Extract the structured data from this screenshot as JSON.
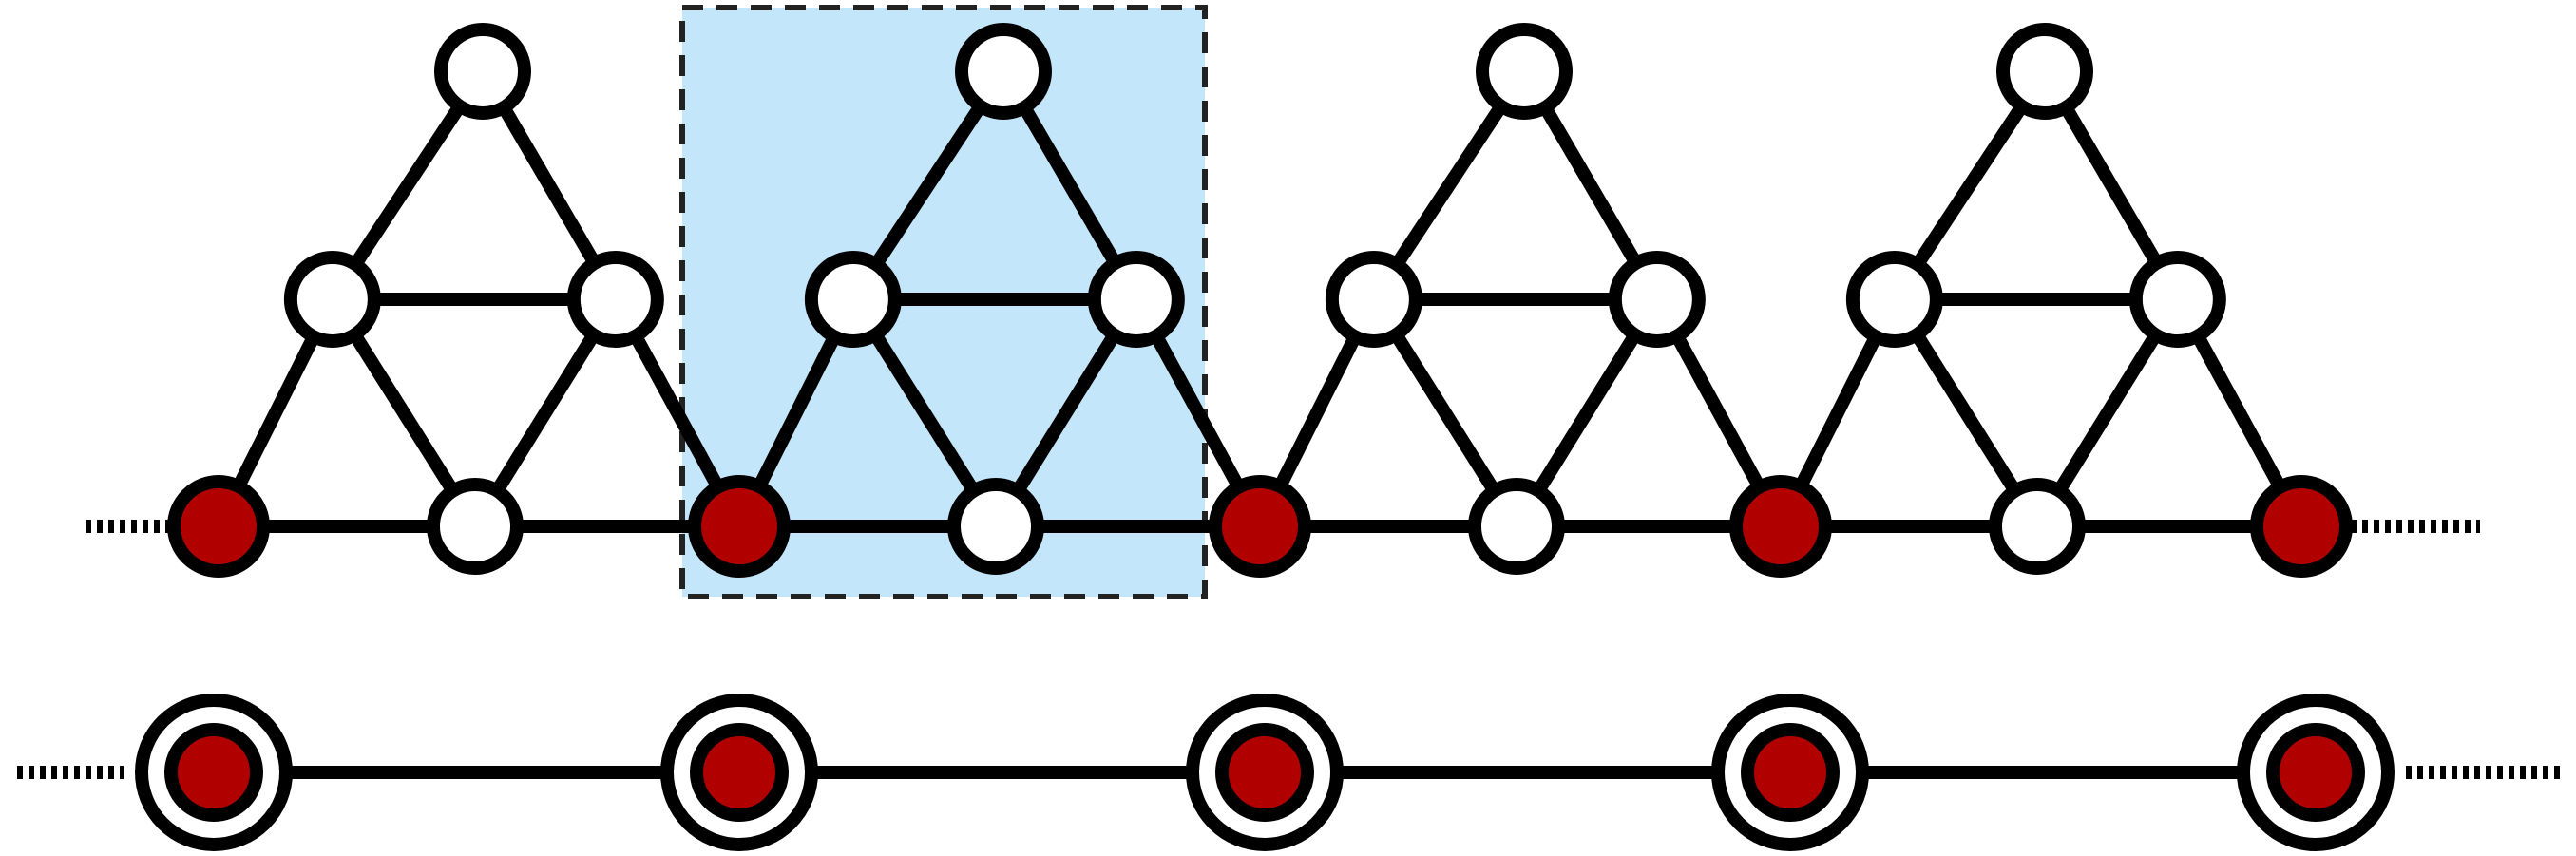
{
  "colors": {
    "background": "#ffffff",
    "line": "#000000",
    "node_open": "#ffffff",
    "node_filled": "#b00000",
    "highlight_fill": "#c4e6fb",
    "highlight_border": "#222222"
  },
  "top_chain": {
    "unit_count": 4,
    "highlighted_unit_index": 1,
    "dotted_ends": true
  },
  "bottom_chain": {
    "site_count": 5,
    "dotted_ends": true
  }
}
